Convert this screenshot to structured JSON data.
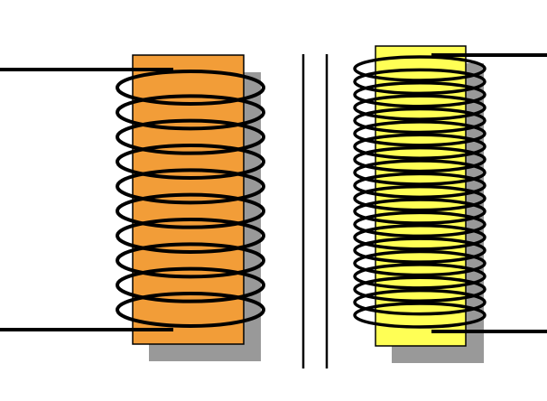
{
  "diagram": {
    "type": "transformer-schematic",
    "colors": {
      "background": "#ffffff",
      "wire": "#000000",
      "shadow": "#999999",
      "primary_core": "#f29d38",
      "secondary_core": "#ffff55"
    },
    "primary_coil": {
      "core_color": "#f29d38",
      "turns": 10,
      "position": "left"
    },
    "core_separator": {
      "lines": 2,
      "position": "center"
    },
    "secondary_coil": {
      "core_color": "#ffff55",
      "turns": 20,
      "position": "right"
    }
  }
}
